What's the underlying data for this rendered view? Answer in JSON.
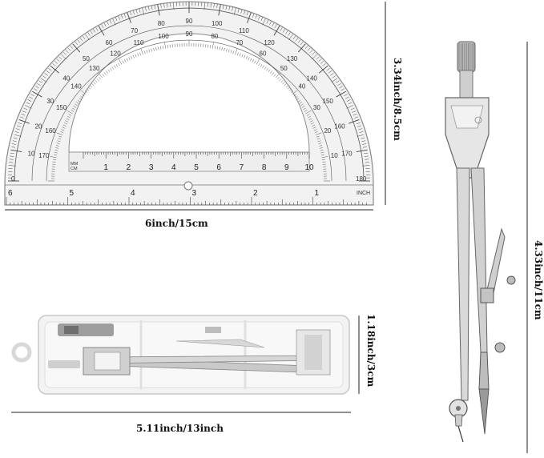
{
  "dimensions": {
    "protractor_width": "6inch/15cm",
    "protractor_height": "3.34inch/8.5cm",
    "case_width": "5.11inch/13inch",
    "case_height": "1.18inch/3cm",
    "compass_height": "4.33inch/11cm"
  },
  "protractor": {
    "cm_numbers": [
      "1",
      "2",
      "3",
      "4",
      "5",
      "6",
      "7",
      "8",
      "9",
      "10"
    ],
    "inch_numbers": [
      "6",
      "5",
      "4",
      "3",
      "2",
      "1"
    ],
    "unit_mm": "MM",
    "unit_cm": "CM",
    "unit_inch": "INCH",
    "angle_left_zero": "0",
    "angle_right_end": "180"
  }
}
